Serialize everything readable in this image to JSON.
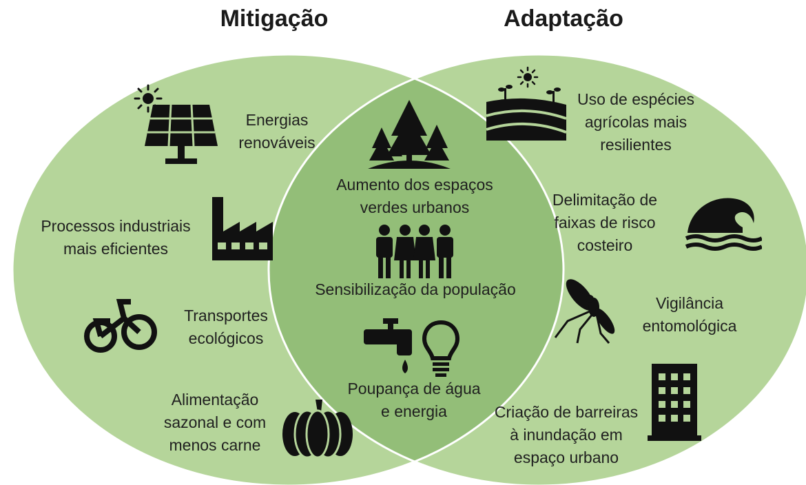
{
  "titles": {
    "left": "Mitigação",
    "right": "Adaptação"
  },
  "colors": {
    "circle_fill": "#b5d59a",
    "overlap_fill": "#93be78",
    "icon": "#111111",
    "outline": "#ffffff"
  },
  "mitigation": {
    "renewables": "Energias\nrenováveis",
    "industry": "Processos industriais\nmais eficientes",
    "transport": "Transportes\necológicos",
    "food": "Alimentação\nsazonal e com\nmenos carne"
  },
  "shared": {
    "green_spaces": "Aumento dos espaços\nverdes urbanos",
    "awareness": "Sensibilização da população",
    "saving": "Poupança de água\ne energia"
  },
  "adaptation": {
    "crops": "Uso de espécies\nagrícolas mais\nresilientes",
    "coastal": "Delimitação de\nfaixas de risco\ncosteiro",
    "entomology": "Vigilância\nentomológica",
    "flood": "Criação de barreiras\nà inundação em\nespaço urbano"
  },
  "icons": [
    "sun-icon",
    "solar-panel-icon",
    "factory-icon",
    "tricycle-icon",
    "pumpkin-icon",
    "trees-icon",
    "people-icon",
    "water-tap-icon",
    "light-bulb-icon",
    "farm-field-icon",
    "wave-icon",
    "mosquito-icon",
    "building-icon"
  ]
}
